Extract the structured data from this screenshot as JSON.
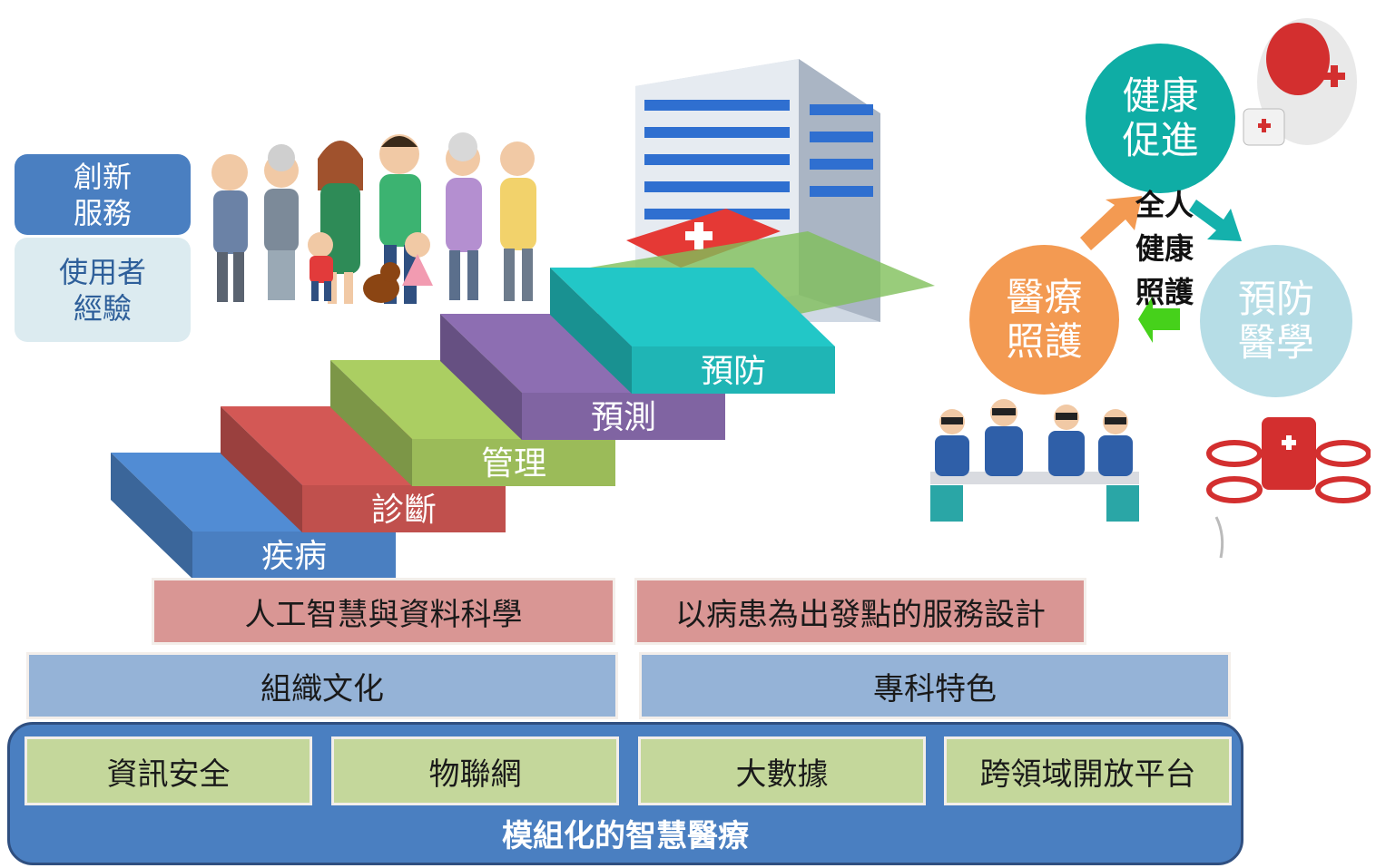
{
  "tags": {
    "innovation": "創新\n服務",
    "ux": "使用者\n經驗"
  },
  "stairs": [
    {
      "label": "疾病",
      "color": "#4a7fc1"
    },
    {
      "label": "診斷",
      "color": "#c0504d"
    },
    {
      "label": "管理",
      "color": "#9bbb59"
    },
    {
      "label": "預測",
      "color": "#8064a2"
    },
    {
      "label": "預防",
      "color": "#1fb5b5"
    }
  ],
  "pillars": {
    "ai": "人工智慧與資料科學",
    "patient": "以病患為出發點的服務設計",
    "org": "組織文化",
    "specialty": "專科特色"
  },
  "modules": [
    "資訊安全",
    "物聯網",
    "大數據",
    "跨領域開放平台"
  ],
  "base_title": "模組化的智慧醫療",
  "cycle": {
    "health": "健康\n促進",
    "care": "醫療\n照護",
    "prevent": "預防\n醫學",
    "center": "全人\n健康\n照護"
  },
  "colors": {
    "teal": "#0fada5",
    "orange": "#f39a52",
    "lightblue": "#b6dde6",
    "arrow_green": "#46d11b"
  }
}
